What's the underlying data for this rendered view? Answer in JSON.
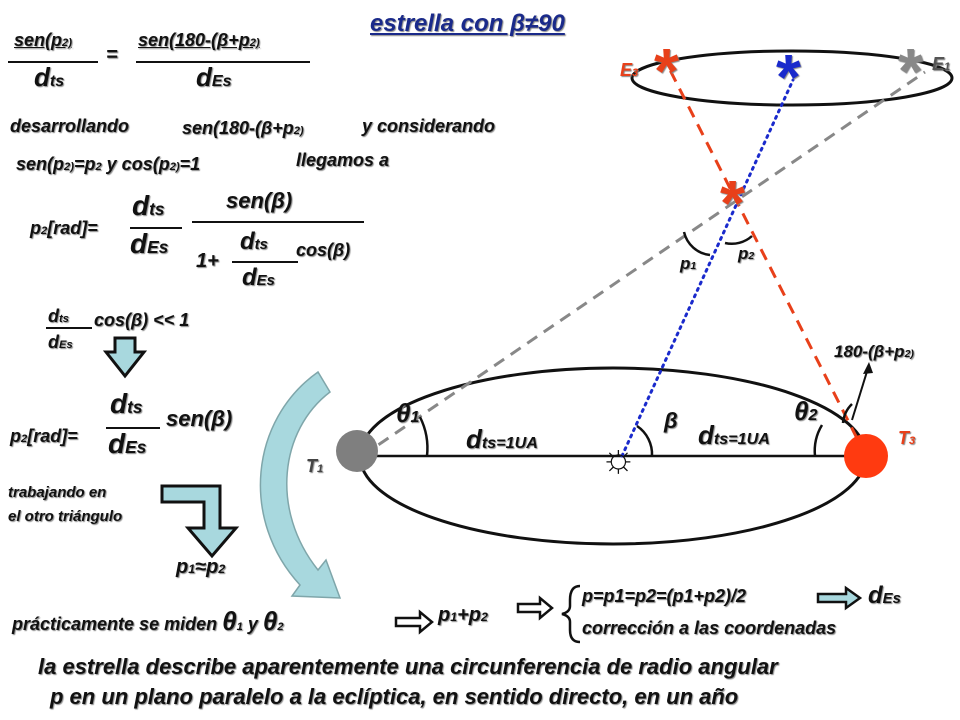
{
  "title": "estrella con β≠90",
  "eq1": {
    "num_left": "sen(p",
    "num_left_sub": "2)",
    "den_left": "d",
    "den_left_sub": "ts",
    "equals": "=",
    "num_right": "sen(180-(β+p",
    "num_right_sub": "2)",
    "den_right": "d",
    "den_right_sub": "Es"
  },
  "text_desarrollando": "desarrollando",
  "text_sen180": "sen(180-(β+p",
  "text_sen180_sub": "2)",
  "text_considerando": "y considerando",
  "text_approx": "sen(p",
  "text_approx_sub1": "2)",
  "text_approx_mid": "=p",
  "text_approx_sub2": "2",
  "text_approx_end": " y cos(p",
  "text_approx_sub3": "2)",
  "text_approx_tail": "=1",
  "text_llegamos": "llegamos a",
  "eq2": {
    "lhs": "p",
    "lhs_sub": "2",
    "lhs_rest": "[rad]=",
    "d": "d",
    "ts": "ts",
    "Es": "Es",
    "sen_beta": "sen(β)",
    "one_plus": "1+",
    "cos_beta": "cos(β)"
  },
  "cond": {
    "d": "d",
    "ts": "ts",
    "Es": "Es",
    "text": "cos(β) << 1"
  },
  "eq3": {
    "lhs": "p",
    "lhs_sub": "2",
    "lhs_rest": "[rad]=",
    "d": "d",
    "ts": "ts",
    "Es": "Es",
    "sen_beta": "sen(β)"
  },
  "text_trabajando_1": "trabajando en",
  "text_trabajando_2": "el otro triángulo",
  "text_p1p2": "p",
  "text_p1p2_sub1": "1",
  "text_p1p2_mid": "≈p",
  "text_p1p2_sub2": "2",
  "text_practicamente": "prácticamente se miden ",
  "text_theta1": "θ",
  "text_theta1_sub": "1",
  "text_y": " y ",
  "text_theta2": "θ",
  "text_theta2_sub": "2",
  "text_p1plusp2": "p",
  "text_p1plusp2_sub1": "1",
  "text_p1plusp2_mid": "+p",
  "text_p1plusp2_sub2": "2",
  "text_pavg": "p=p1=p2=(p1+p2)/2",
  "text_dEs": "d",
  "text_dEs_sub": "Es",
  "text_correccion": "corrección a las coordenadas",
  "bottom_1": "la estrella describe aparentemente una  circunferencia de radio angular",
  "bottom_2": "p   en un plano paralelo a la eclíptica, en sentido directo, en un año",
  "labels": {
    "E3": "E",
    "E3_sub": "3",
    "E1": "E",
    "E1_sub": "1",
    "T1": "T",
    "T1_sub": "1",
    "T3": "T",
    "T3_sub": "3",
    "p1": "p",
    "p1_sub": "1",
    "p2": "p",
    "p2_sub": "2",
    "angle_ext": "180-(β+p",
    "angle_ext_sub": "2)",
    "theta1": "θ",
    "theta1_sub": "1",
    "theta2": "θ",
    "theta2_sub": "2",
    "beta": "β",
    "dts1": "d",
    "dts1_sub": "ts=1UA",
    "dts2": "d",
    "dts2_sub": "ts=1UA",
    "star": "*",
    "sun": "☼"
  },
  "colors": {
    "red": "#e8401a",
    "blue": "#1a2acc",
    "gray": "#888888",
    "dark": "#111111",
    "arrow_fill": "#a8d8de"
  }
}
